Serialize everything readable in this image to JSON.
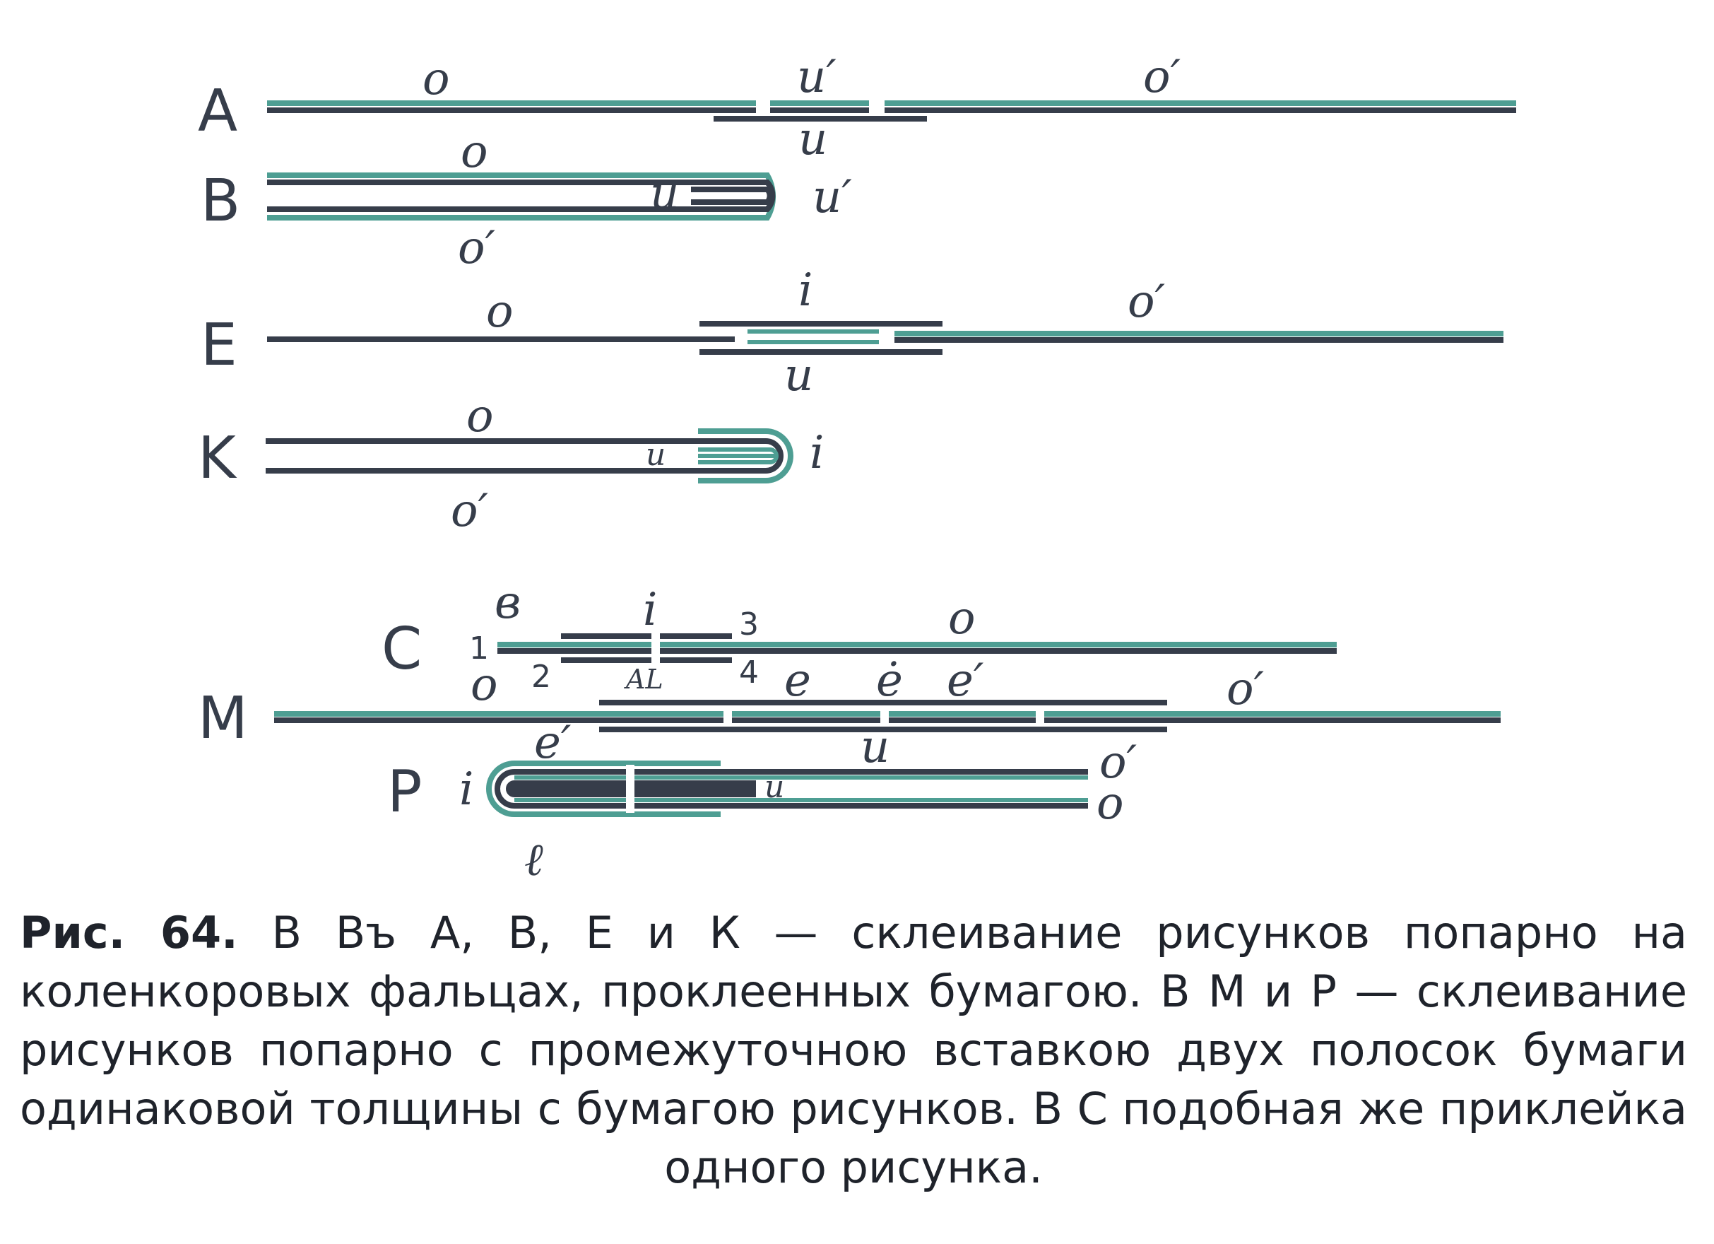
{
  "figure": {
    "rows": {
      "A": "A",
      "B": "B",
      "E": "E",
      "K": "K",
      "C": "C",
      "M": "M",
      "P": "P"
    },
    "labels": {
      "a_o": "o",
      "a_u_prime": "u′",
      "a_u": "u",
      "a_o_prime": "o′",
      "b_o": "o",
      "b_u": "u",
      "b_u_prime": "u′",
      "b_o_prime": "o′",
      "e_i": "i",
      "e_o": "o",
      "e_o_prime": "o′",
      "e_u": "u",
      "k_o": "o",
      "k_u": "u",
      "k_i": "i",
      "k_o_prime": "o′",
      "c_b": "в",
      "c_i": "i",
      "c_3": "3",
      "c_o_top": "o",
      "c_1": "1",
      "c_o_left": "o",
      "c_2": "2",
      "c_al": "AL",
      "c_4": "4",
      "m_e1": "e",
      "m_e_dot": "ė",
      "m_e_prime": "e′",
      "m_o_prime": "o′",
      "m_e_prime_low": "e′",
      "m_u": "u",
      "p_i": "i",
      "p_u": "u",
      "p_o_prime": "o′",
      "p_o": "o",
      "p_l": "ℓ"
    }
  },
  "caption": {
    "lead": "Рис. 64.",
    "text": " В Въ А, В, Е и К — склеивание рисунков попарно на коленкоровых фальцах, проклеенных бумагою. В М и Р — склеивание рисунков попарно с промежуточною вставкою двух полосок бумаги одинаковой толщины с бумагою рисунков. В С подобная же приклейка одного рисунка."
  },
  "colors": {
    "dark": "#363d4a",
    "teal": "#4e9e93"
  }
}
